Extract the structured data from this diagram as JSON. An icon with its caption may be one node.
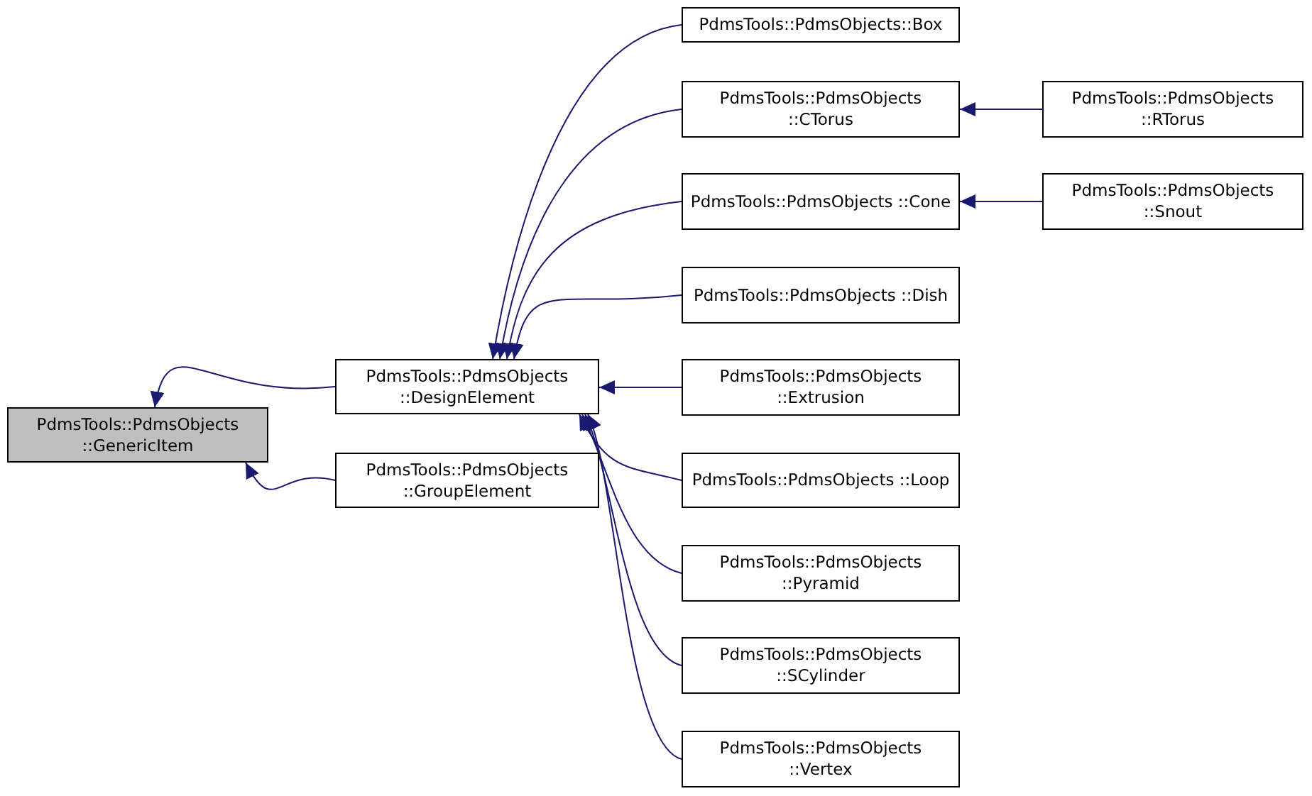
{
  "diagram": {
    "nodes": [
      {
        "text": [
          "PdmsTools::PdmsObjects ::GenericItem"
        ]
      },
      {
        "text": [
          "PdmsTools::PdmsObjects ::DesignElement"
        ]
      },
      {
        "text": [
          "PdmsTools::PdmsObjects ::GroupElement"
        ]
      },
      {
        "text": [
          "PdmsTools::PdmsObjects::Box"
        ]
      },
      {
        "text": [
          "PdmsTools::PdmsObjects ::CTorus"
        ]
      },
      {
        "text": [
          "PdmsTools::PdmsObjects ::Cone"
        ]
      },
      {
        "text": [
          "PdmsTools::PdmsObjects ::Dish"
        ]
      },
      {
        "text": [
          "PdmsTools::PdmsObjects ::Extrusion"
        ]
      },
      {
        "text": [
          "PdmsTools::PdmsObjects ::Loop"
        ]
      },
      {
        "text": [
          "PdmsTools::PdmsObjects ::Pyramid"
        ]
      },
      {
        "text": [
          "PdmsTools::PdmsObjects ::SCylinder"
        ]
      },
      {
        "text": [
          "PdmsTools::PdmsObjects ::Vertex"
        ]
      },
      {
        "text": [
          "PdmsTools::PdmsObjects ::RTorus"
        ]
      },
      {
        "text": [
          "PdmsTools::PdmsObjects ::Snout"
        ]
      }
    ],
    "edges": [
      {
        "from": 1,
        "to": 0,
        "arrow": "to"
      },
      {
        "from": 2,
        "to": 0,
        "arrow": "to"
      },
      {
        "from": 3,
        "to": 1,
        "arrow": "to"
      },
      {
        "from": 4,
        "to": 1,
        "arrow": "to"
      },
      {
        "from": 5,
        "to": 1,
        "arrow": "to"
      },
      {
        "from": 6,
        "to": 1,
        "arrow": "to"
      },
      {
        "from": 7,
        "to": 1,
        "arrow": "to"
      },
      {
        "from": 8,
        "to": 1,
        "arrow": "to"
      },
      {
        "from": 9,
        "to": 1,
        "arrow": "to"
      },
      {
        "from": 10,
        "to": 1,
        "arrow": "to"
      },
      {
        "from": 11,
        "to": 1,
        "arrow": "to"
      },
      {
        "from": 12,
        "to": 4,
        "arrow": "to"
      },
      {
        "from": 13,
        "to": 5,
        "arrow": "to"
      }
    ]
  }
}
